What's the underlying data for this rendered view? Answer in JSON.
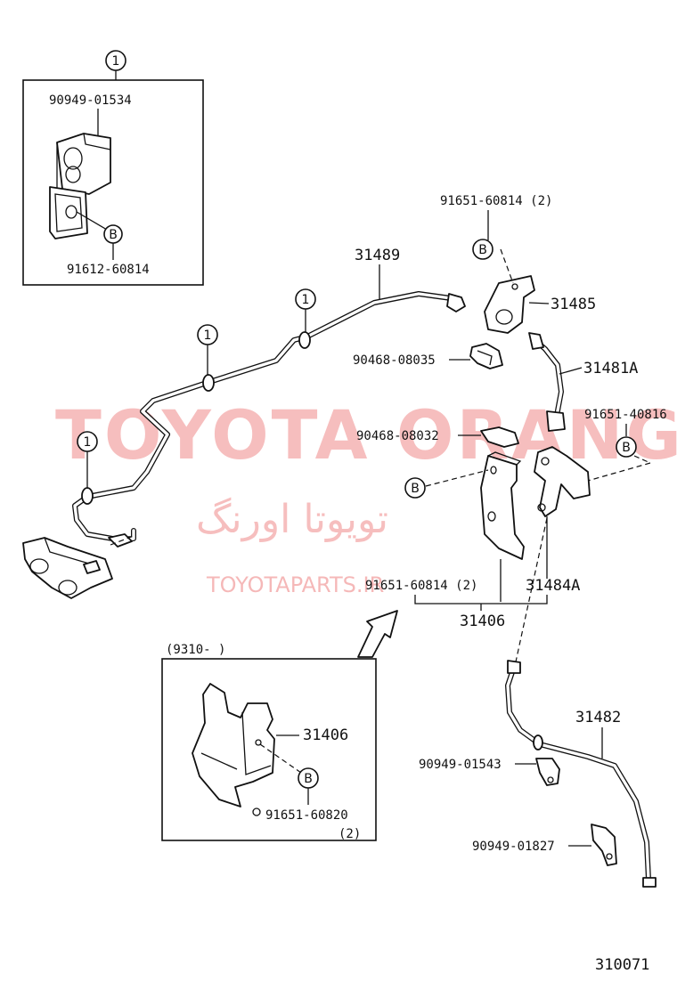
{
  "watermark": {
    "main": "TOYOTA ORANG",
    "arabic": "تویوتا اورنگ",
    "site": "TOYOTAPARTS.IR"
  },
  "inset_top": {
    "circle": "1",
    "part_top": "90949-01534",
    "part_bottom": "91612-60814",
    "ref": "B"
  },
  "inset_bottom": {
    "header": "(9310-       )",
    "part_a": "31406",
    "part_b": "91651-60820",
    "qty": "(2)",
    "ref": "B"
  },
  "labels": {
    "p31489": "31489",
    "p91651_60814_top": "91651-60814 (2)",
    "p31485": "31485",
    "p90468_08035": "90468-08035",
    "p31481A": "31481A",
    "p91651_40816": "91651-40816",
    "p90468_08032": "90468-08032",
    "p91651_60814_mid": "91651-60814 (2)",
    "p31484A": "31484A",
    "p31406": "31406",
    "p31482": "31482",
    "p90949_01543": "90949-01543",
    "p90949_01827": "90949-01827",
    "figure_code": "310071"
  },
  "callouts": {
    "one": "1",
    "b": "B"
  }
}
